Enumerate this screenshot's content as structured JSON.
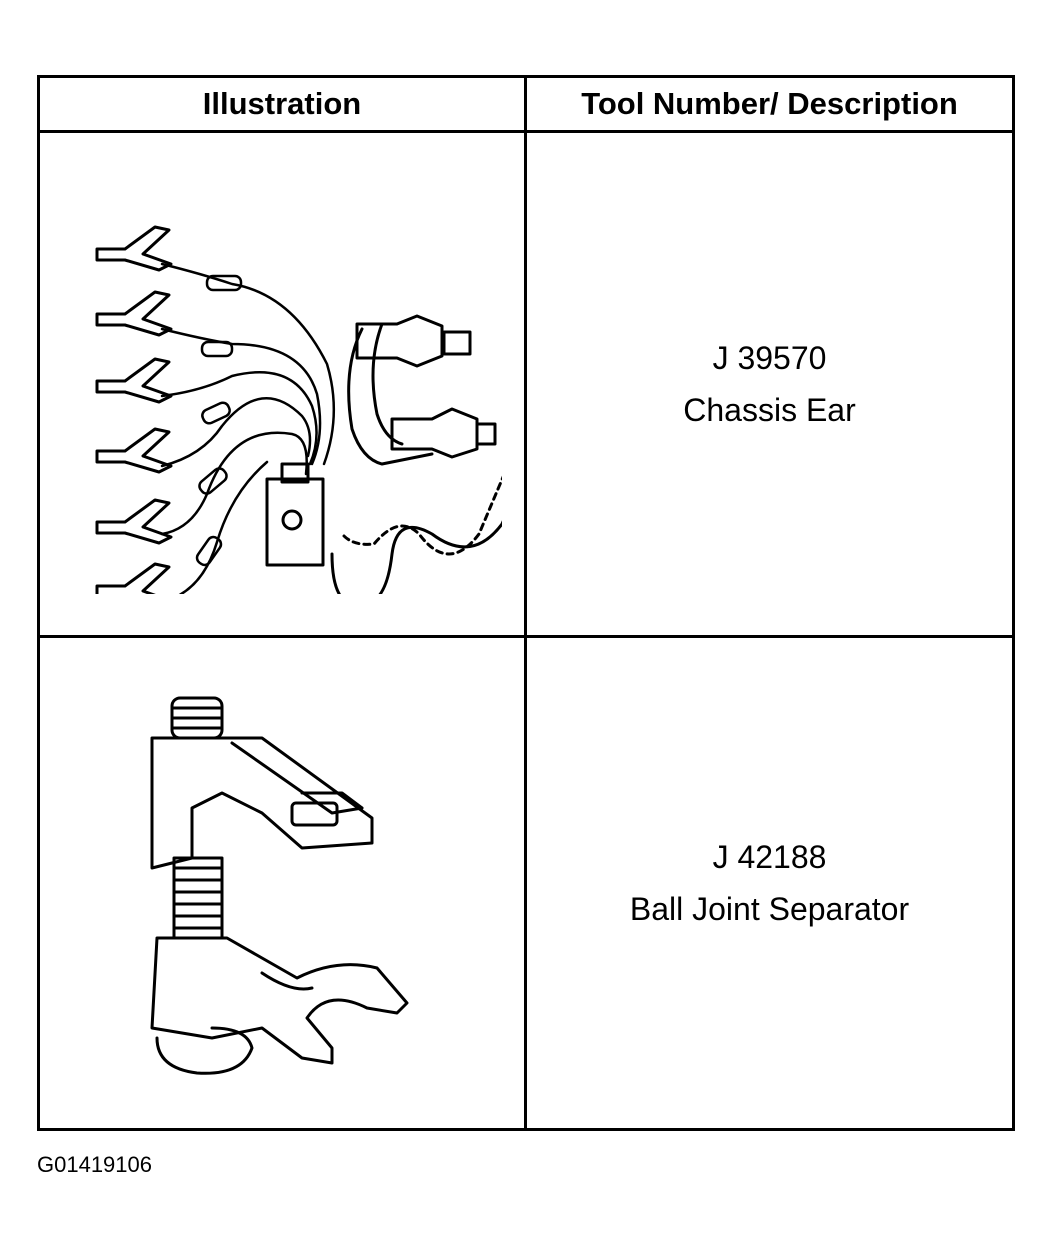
{
  "table": {
    "headers": {
      "illustration": "Illustration",
      "description": "Tool Number/ Description"
    },
    "rows": [
      {
        "tool_number": "J 39570",
        "description": "Chassis Ear",
        "illustration_icon": "chassis-ear-tool-icon"
      },
      {
        "tool_number": "J 42188",
        "description": "Ball Joint Separator",
        "illustration_icon": "ball-joint-separator-icon"
      }
    ]
  },
  "figure_id": "G01419106"
}
